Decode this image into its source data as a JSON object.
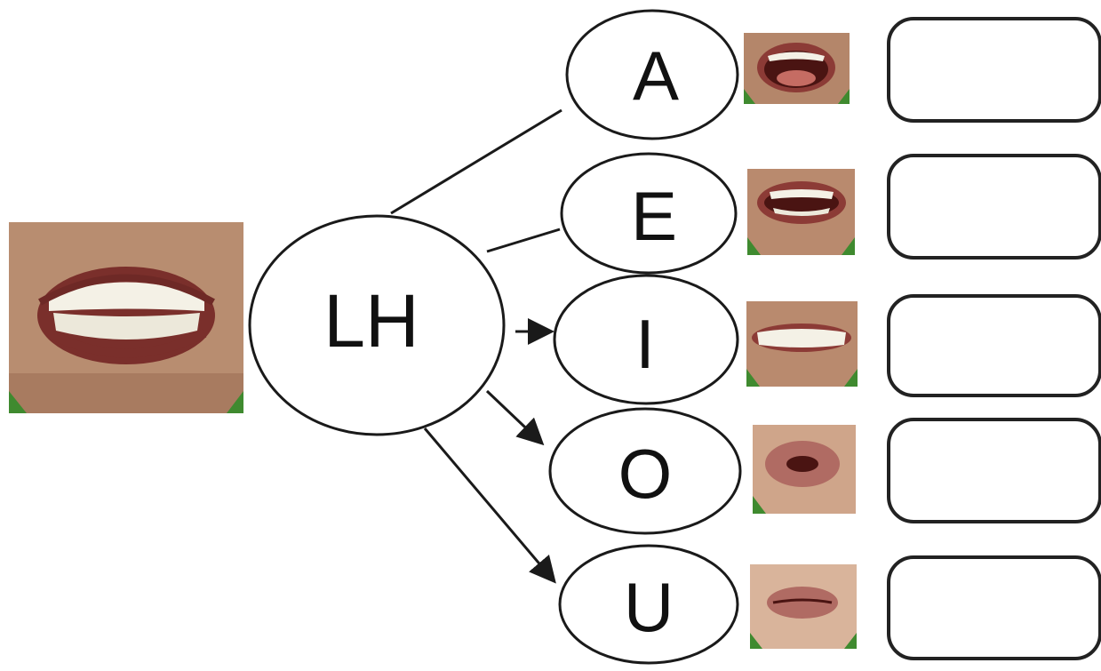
{
  "hub": {
    "label": "LH"
  },
  "vowels": [
    {
      "label": "A",
      "mouth": "mouth-open-wide-icon"
    },
    {
      "label": "E",
      "mouth": "mouth-teeth-open-icon"
    },
    {
      "label": "I",
      "mouth": "mouth-teeth-smile-icon"
    },
    {
      "label": "O",
      "mouth": "mouth-rounded-icon"
    },
    {
      "label": "U",
      "mouth": "mouth-pursed-icon"
    }
  ],
  "colors": {
    "skin": "#b98a6e",
    "lip": "#8c3b36",
    "teeth": "#f4f1e6",
    "mouth_inside": "#4a1412",
    "tongue": "#c56c63",
    "accent_green": "#3f8a2f"
  }
}
